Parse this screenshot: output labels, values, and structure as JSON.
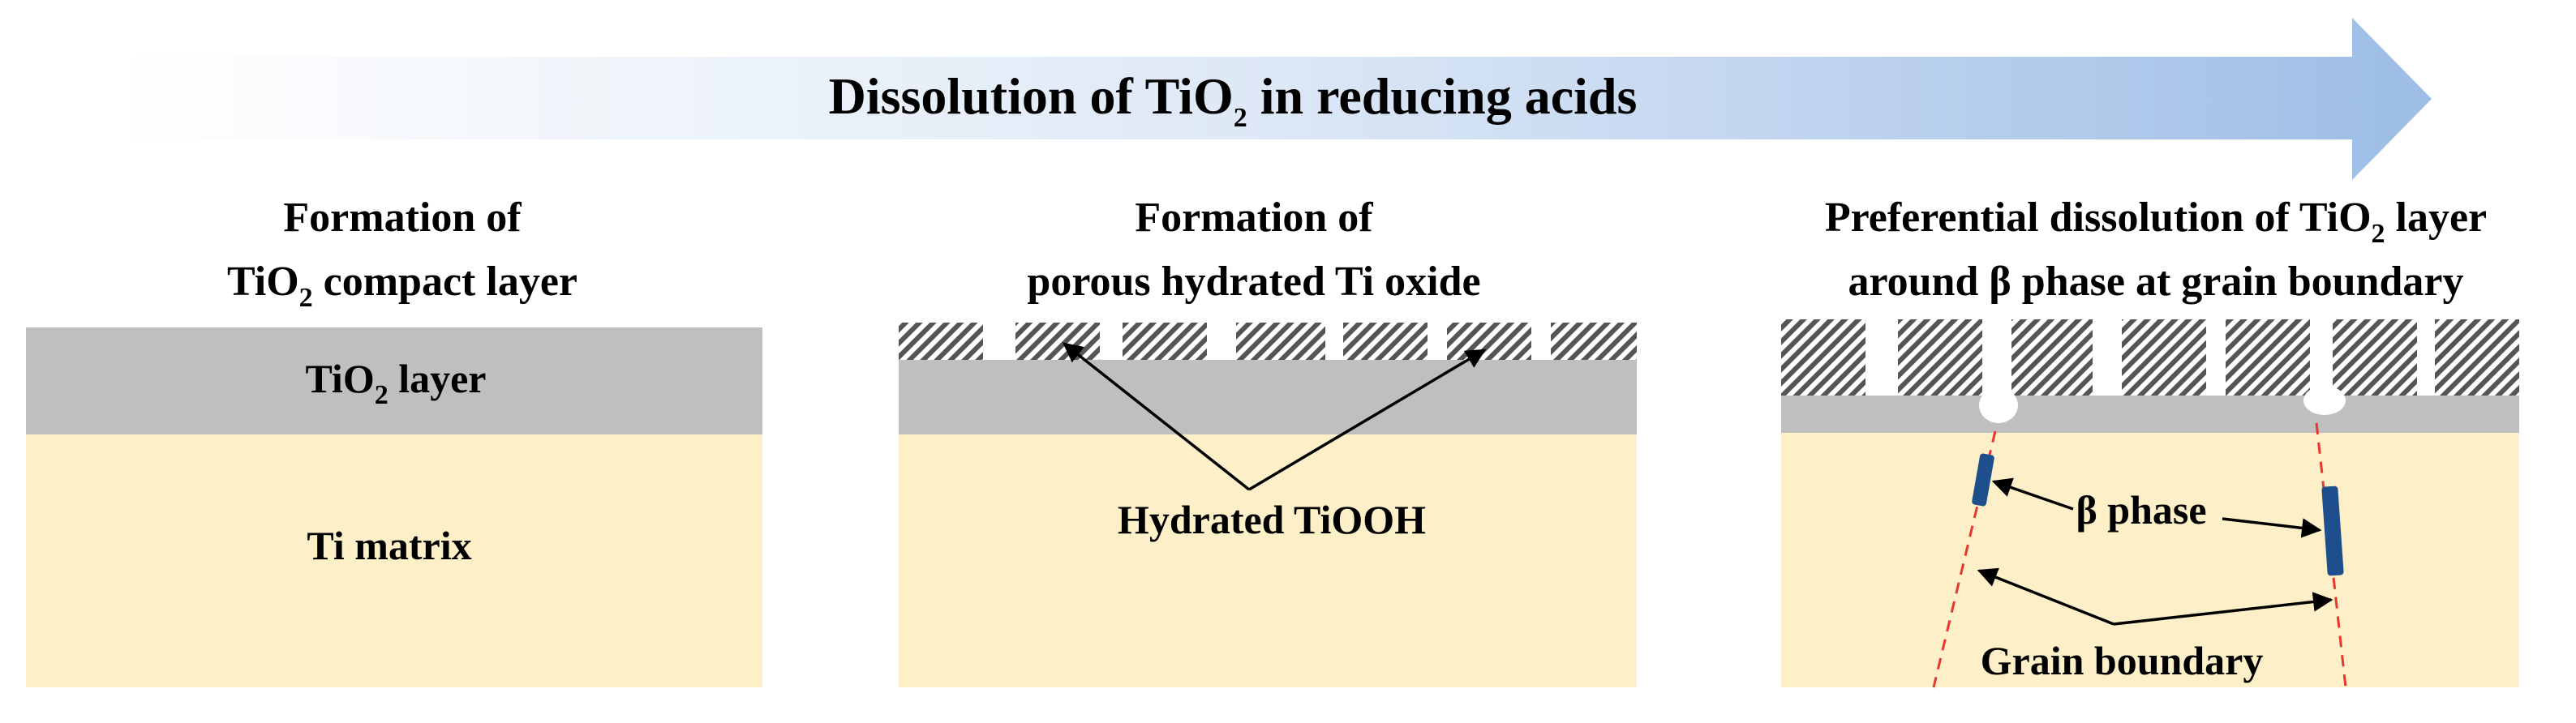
{
  "process_arrow": {
    "title_prefix": "Dissolution of TiO",
    "title_subscript": "2",
    "title_suffix": " in reducing acids"
  },
  "panel_1": {
    "heading_line1": "Formation of",
    "heading_line2_prefix": "TiO",
    "heading_line2_subscript": "2",
    "heading_line2_suffix": " compact layer",
    "oxide_label_prefix": "TiO",
    "oxide_label_subscript": "2",
    "oxide_label_suffix": " layer",
    "matrix_label": "Ti matrix"
  },
  "panel_2": {
    "heading_line1": "Formation of",
    "heading_line2": "porous hydrated Ti oxide",
    "callout_label": "Hydrated TiOOH"
  },
  "panel_3": {
    "heading_line1_prefix": "Preferential dissolution of TiO",
    "heading_line1_subscript": "2",
    "heading_line1_suffix": " layer",
    "heading_line2": "around β phase at grain boundary",
    "beta_label": "β phase",
    "grain_label": "Grain boundary"
  },
  "colors": {
    "matrix": "#fdf0c9",
    "oxide": "#bfbfbf",
    "beta_phase": "#1f4e8c",
    "grain_boundary": "#e8362f",
    "arrow_light": "#ffffff",
    "arrow_dark": "#9dbde6"
  }
}
